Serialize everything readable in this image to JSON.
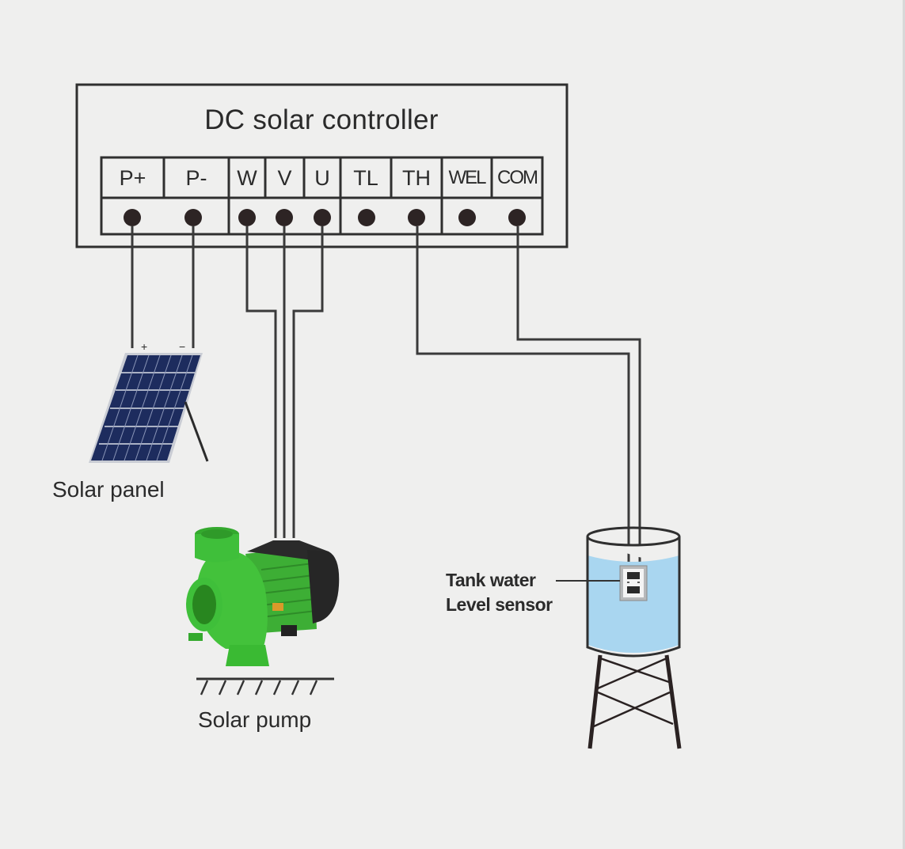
{
  "diagram": {
    "controller": {
      "title": "DC solar controller",
      "terminals": [
        {
          "id": "p_plus",
          "label": "P+",
          "group": "solar"
        },
        {
          "id": "p_minus",
          "label": "P-",
          "group": "solar"
        },
        {
          "id": "w",
          "label": "W",
          "group": "motor"
        },
        {
          "id": "v",
          "label": "V",
          "group": "motor"
        },
        {
          "id": "u",
          "label": "U",
          "group": "motor"
        },
        {
          "id": "tl",
          "label": "TL",
          "group": "tank"
        },
        {
          "id": "th",
          "label": "TH",
          "group": "tank"
        },
        {
          "id": "wel",
          "label": "WEL",
          "group": "well"
        },
        {
          "id": "com",
          "label": "COM",
          "group": "well"
        }
      ]
    },
    "components": {
      "solar_panel": {
        "label": "Solar panel",
        "plus_mark": "+",
        "minus_mark": "−"
      },
      "pump": {
        "label": "Solar pump"
      },
      "tank_sensor": {
        "label_line1": "Tank water",
        "label_line2": "Level sensor"
      }
    },
    "connections": [
      {
        "from": "P+",
        "to": "Solar panel +"
      },
      {
        "from": "P-",
        "to": "Solar panel −"
      },
      {
        "from": "W",
        "to": "Solar pump"
      },
      {
        "from": "V",
        "to": "Solar pump"
      },
      {
        "from": "U",
        "to": "Solar pump"
      },
      {
        "from": "TH",
        "to": "Tank water level sensor"
      },
      {
        "from": "COM",
        "to": "Tank water level sensor"
      }
    ],
    "colors": {
      "line": "#2f2f2f",
      "water": "#a9d6f0",
      "pump_green": "#3fbf3a",
      "panel_blue": "#1d2c5e"
    }
  }
}
